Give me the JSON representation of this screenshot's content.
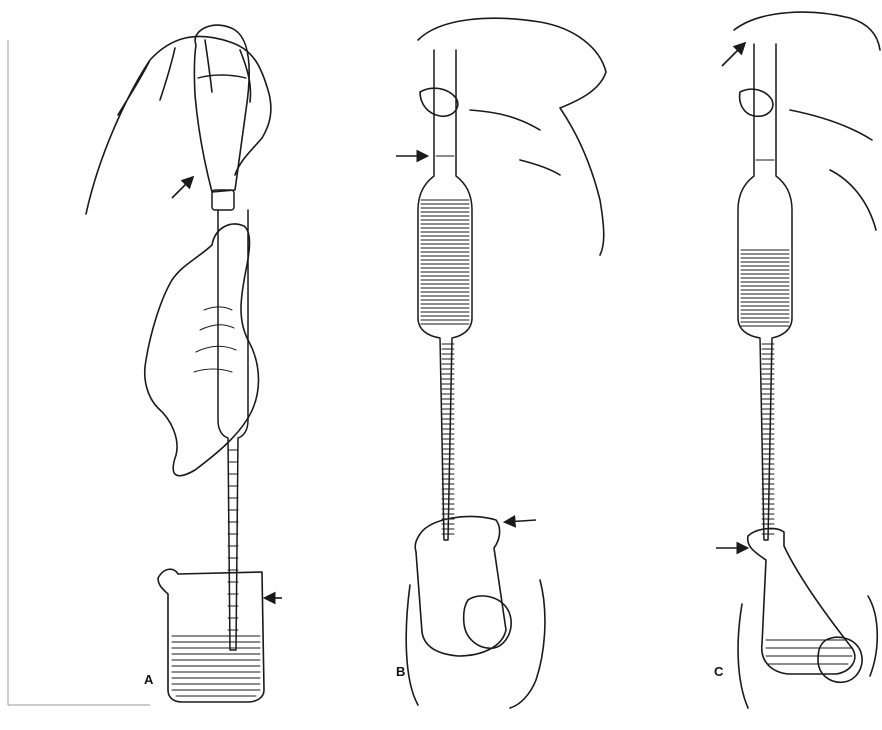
{
  "colors": {
    "ink": "#1a1a1a",
    "paper": "#ffffff"
  },
  "panels": [
    {
      "id": "A",
      "label": "A"
    },
    {
      "id": "B",
      "label": "B"
    },
    {
      "id": "C",
      "label": "C"
    }
  ]
}
